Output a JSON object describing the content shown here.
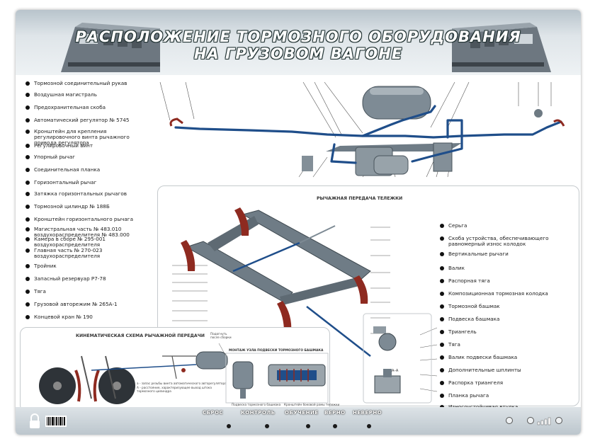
{
  "header": {
    "title_line1": "РАСПОЛОЖЕНИЕ ТОРМОЗНОГО ОБОРУДОВАНИЯ",
    "title_line2": "НА ГРУЗОВОМ ВАГОНЕ"
  },
  "left_list": [
    "Тормозной соединительный рукав",
    "Воздушная магистраль",
    "Предохранительная скоба",
    "Автоматический регулятор № 5745",
    "Кронштейн для крепления регулировочного винта рычажного привода регулятора",
    "Регулировочный винт",
    "Упорный рычаг",
    "Соединительная планка",
    "Горизонтальный рычаг",
    "Затяжка горизонтальных рычагов",
    "Тормозной цилиндр № 188Б",
    "Кронштейн горизонтального рычага",
    "Магистральная часть № 483.010 воздухораспределителя № 483.000",
    "Камера в сборе № 295-001 воздухораспределителя",
    "Главная часть № 270-023 воздухораспределителя",
    "Тройник",
    "Запасный резервуар Р7-78",
    "Тяга",
    "Грузовой авторежим № 265А-1",
    "Концевой кран № 190"
  ],
  "right_list": [
    "Серьга",
    "Скоба устройства, обеспечивающего равномерный износ колодок",
    "Вертикальные рычаги",
    "Валик",
    "Распорная тяга",
    "Композиционная тормозная колодка",
    "Тормозной башмак",
    "Подвеска башмака",
    "Триангель",
    "Тяга",
    "Валик подвески башмака",
    "Дополнительные шплинты",
    "Распорка триангеля",
    "Планка рычага",
    "Износоустойчивая втулка"
  ],
  "panels": {
    "bogie_title": "РЫЧАЖНАЯ ПЕРЕДАЧА ТЕЛЕЖКИ",
    "kinematic_title": "КИНЕМАТИЧЕСКАЯ СХЕМА РЫЧАЖНОЙ ПЕРЕДАЧИ",
    "kin_note_a": "а - запас резьбы винта автоматического авторегулятора",
    "kin_note_b": "А - расстояние, характеризующее выход штока тормозного цилиндра",
    "mount_title": "МОНТАЖ УЗЛА ПОДВЕСКИ ТОРМОЗНОГО БАШМАКА",
    "mount_caption_left": "Подвеска тормозного башмака",
    "mount_caption_right": "Кронштейн боковой рамы тележки",
    "mount_callout": "Подогнуть после сборки",
    "section_label": "А–А"
  },
  "footer": {
    "buttons": [
      "СБРОС",
      "КОНТРОЛЬ",
      "ОБУЧЕНИЕ",
      "ВЕРНО",
      "НЕВЕРНО"
    ]
  },
  "colors": {
    "pipe_blue": "#1f4e8a",
    "brake_shoe_red": "#8e2a20",
    "steel_gray": "#7d8a94"
  }
}
